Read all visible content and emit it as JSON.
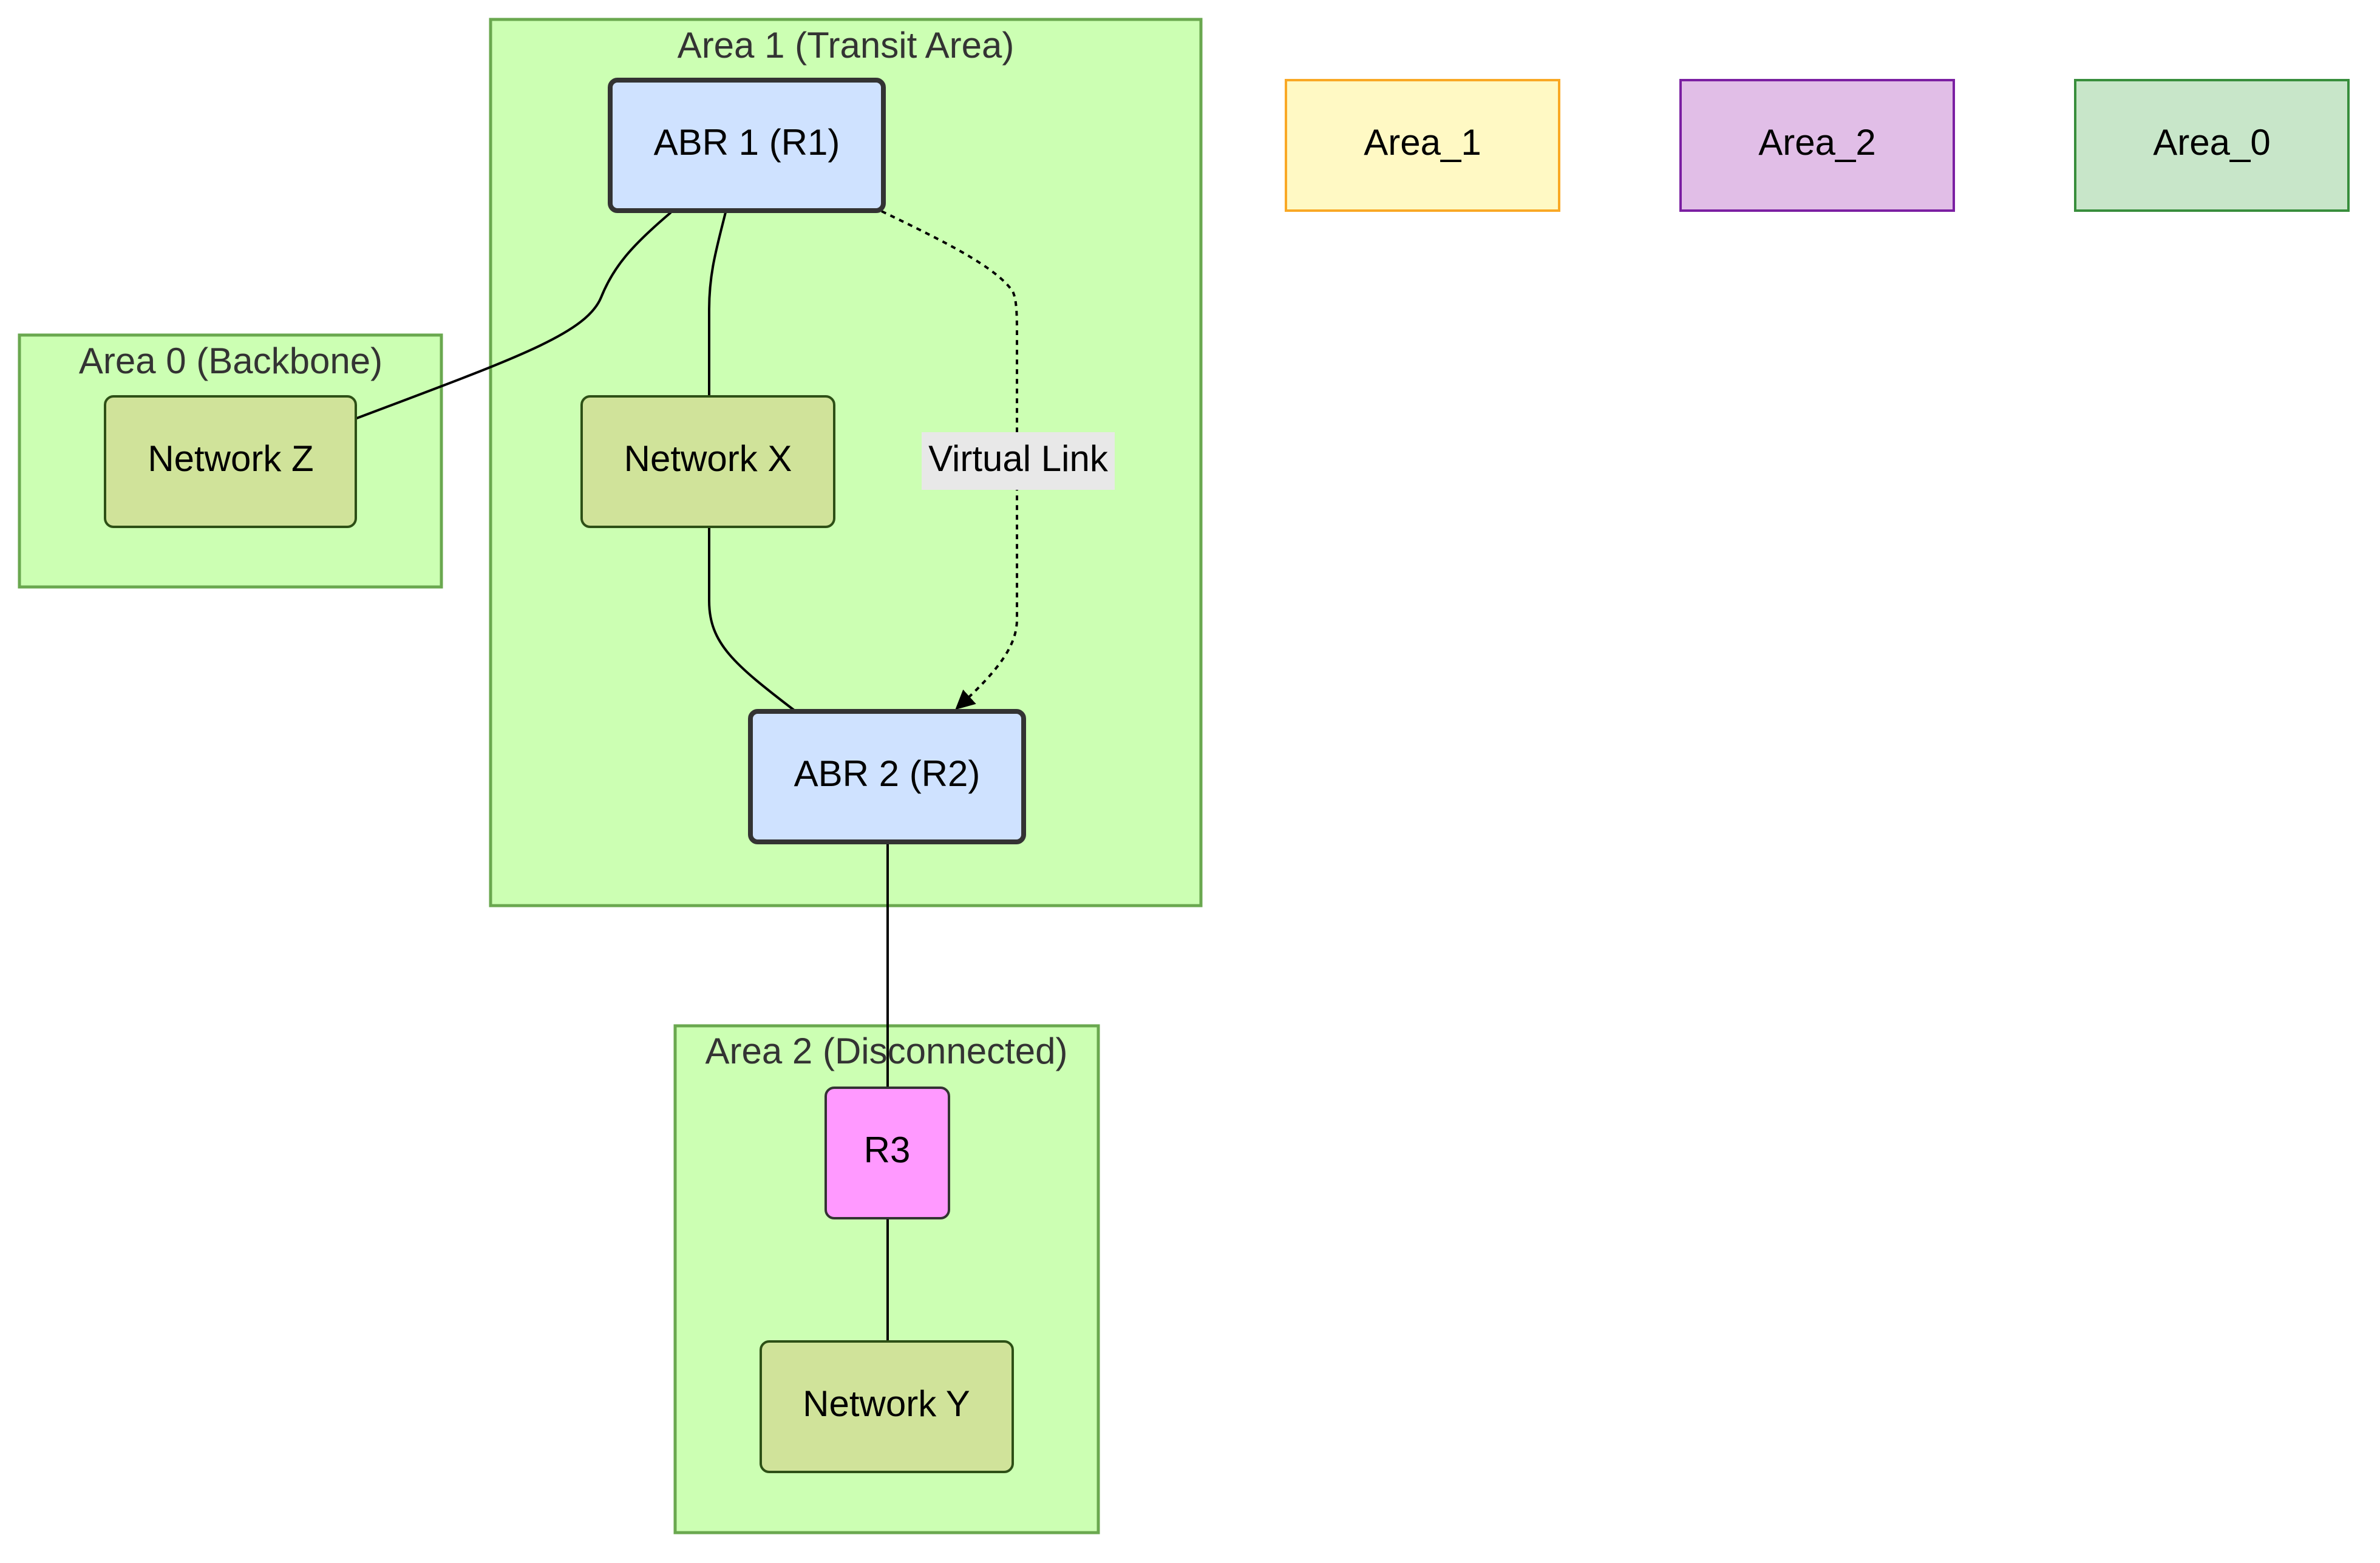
{
  "areas": {
    "area1": {
      "label": "Area 1 (Transit Area)"
    },
    "area0": {
      "label": "Area 0 (Backbone)"
    },
    "area2": {
      "label": "Area 2 (Disconnected)"
    }
  },
  "nodes": {
    "abr1": {
      "label": "ABR 1 (R1)"
    },
    "abr2": {
      "label": "ABR 2 (R2)"
    },
    "network_x": {
      "label": "Network X"
    },
    "network_z": {
      "label": "Network Z"
    },
    "r3": {
      "label": "R3"
    },
    "network_y": {
      "label": "Network Y"
    }
  },
  "edges": {
    "virtual_link": {
      "label": "Virtual Link"
    }
  },
  "legend": {
    "area_1": {
      "label": "Area_1",
      "fill": "#fff9c4",
      "stroke": "#f9a825"
    },
    "area_2": {
      "label": "Area_2",
      "fill": "#e1bee7",
      "stroke": "#7b1fa2"
    },
    "area_0": {
      "label": "Area_0",
      "fill": "#c8e6c9",
      "stroke": "#388e3c"
    }
  },
  "colors": {
    "cluster_fill": "#ccffb3",
    "cluster_stroke": "#6aa84f",
    "abr_fill": "#cfe2ff",
    "abr_stroke": "#333333",
    "network_fill": "#d0e39a",
    "network_stroke": "#2d5016",
    "r3_fill": "#ff99ff",
    "r3_stroke": "#333333",
    "edge_label_bg": "#e8e8e8"
  }
}
